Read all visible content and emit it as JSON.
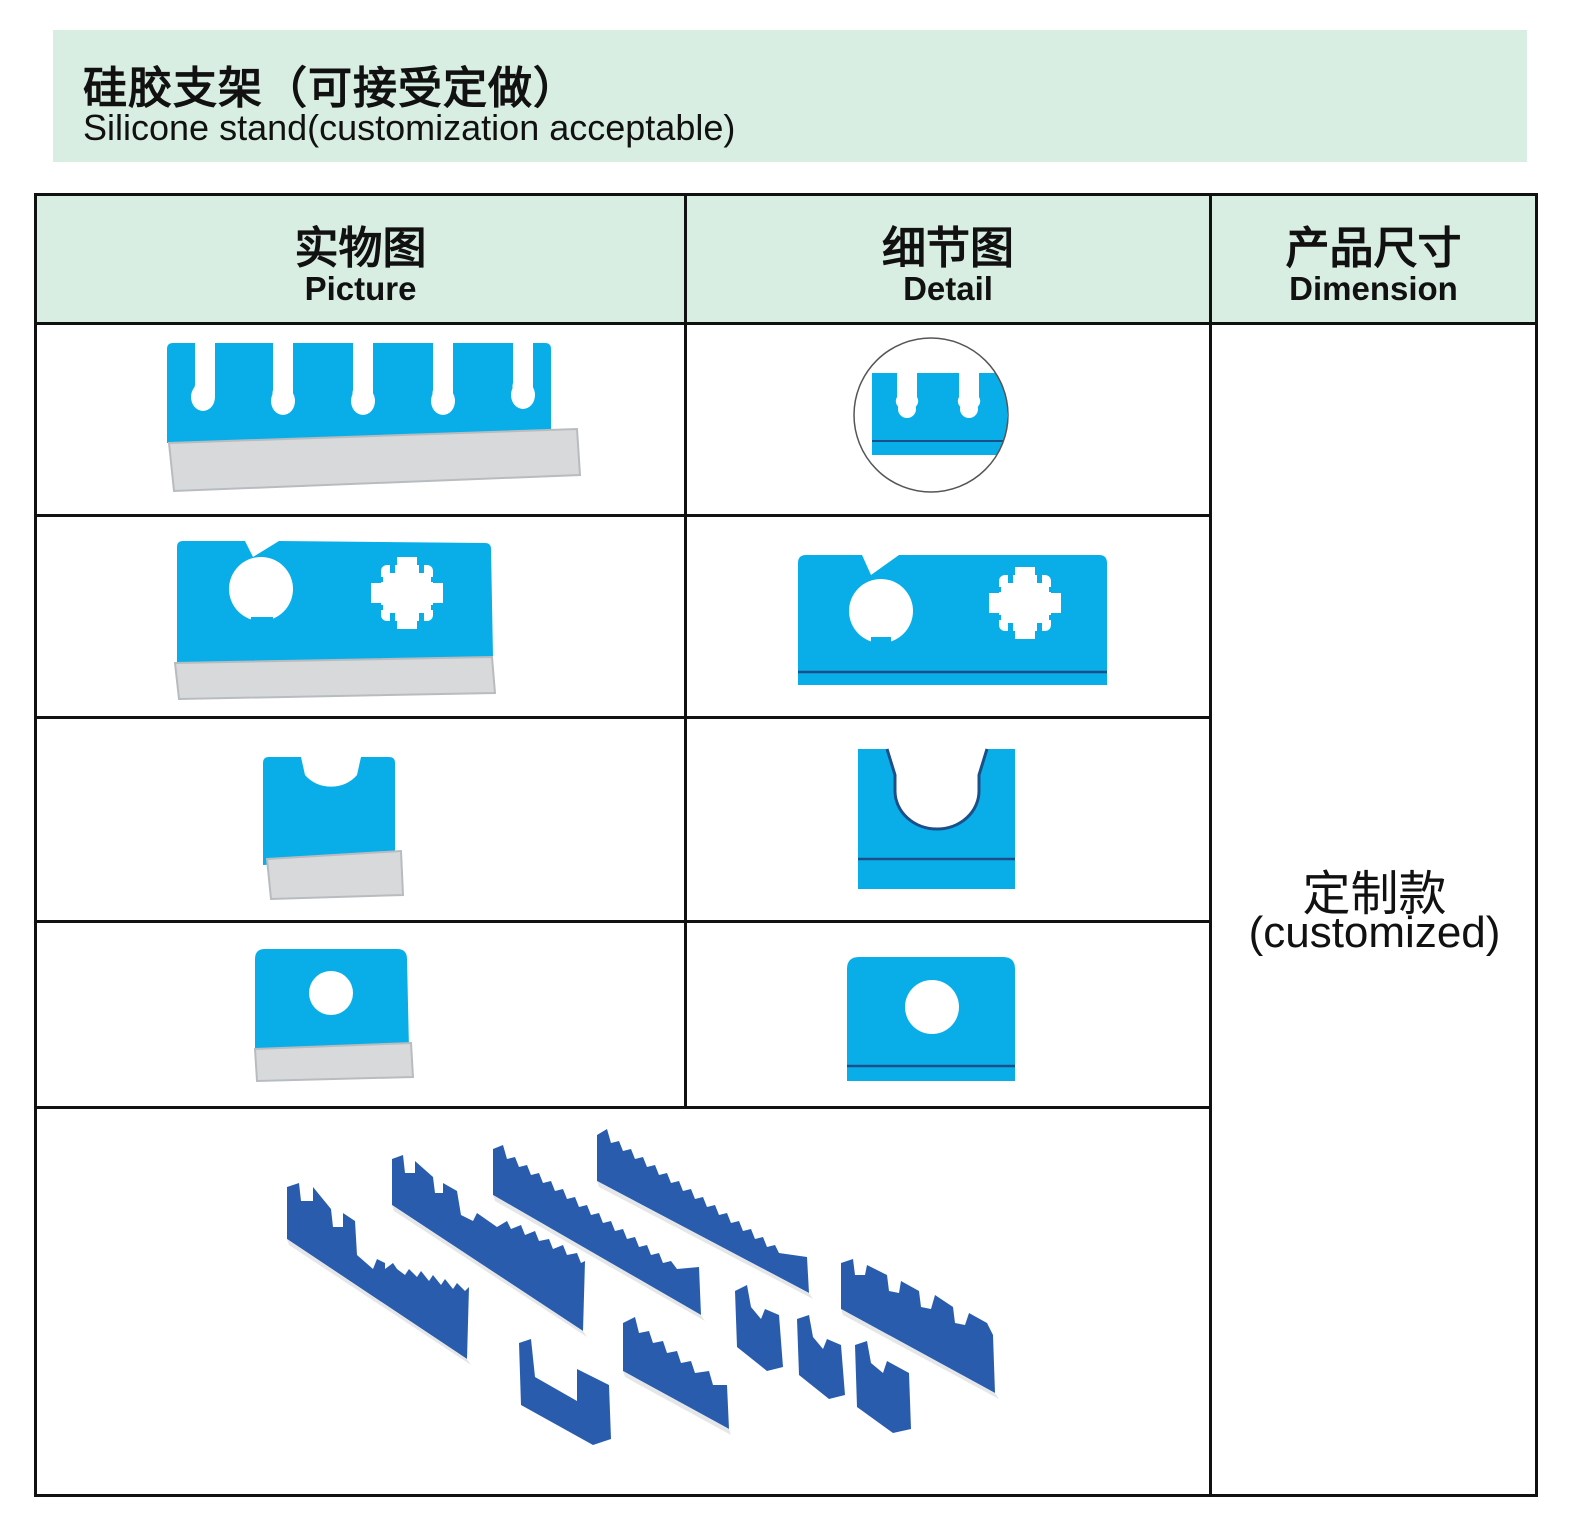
{
  "header": {
    "title_zh": "硅胶支架（可接受定做）",
    "title_en": "Silicone stand(customization acceptable)"
  },
  "table": {
    "columns": [
      {
        "zh": "实物图",
        "en": "Picture"
      },
      {
        "zh": "细节图",
        "en": "Detail"
      },
      {
        "zh": "产品尺寸",
        "en": "Dimension"
      }
    ],
    "rows": [
      {
        "picture": "five-slot-stand-photo",
        "detail": "five-slot-profile-detail"
      },
      {
        "picture": "round-and-gear-hole-stand-photo",
        "detail": "round-and-gear-hole-profile-detail"
      },
      {
        "picture": "u-slot-stand-photo",
        "detail": "u-slot-profile-detail"
      },
      {
        "picture": "round-hole-stand-photo",
        "detail": "round-hole-profile-detail"
      }
    ],
    "dimension_zh": "定制款",
    "dimension_en": "(customized)"
  },
  "colors": {
    "banner": "#d9eee2",
    "silicone_blue": "#09aee9",
    "dark_blue": "#2a5cae",
    "aluminum": "#d7d9db",
    "border": "#111111"
  }
}
